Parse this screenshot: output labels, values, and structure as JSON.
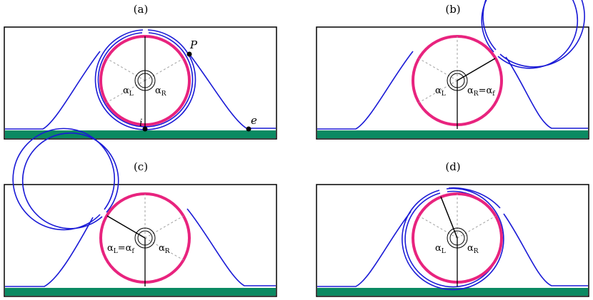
{
  "colors": {
    "frame": "#000000",
    "membrane": "#1a1ad6",
    "cylinder": "#e8237e",
    "ground": "#0a8a62",
    "guide": "#a0a0a0"
  },
  "panels": [
    {
      "label": "(a)",
      "alpha_left": {
        "base": "α",
        "sub": "L",
        "suffix": ""
      },
      "alpha_right": {
        "base": "α",
        "sub": "R",
        "suffix": ""
      },
      "points": {
        "P": "P",
        "i": "i",
        "e": "e"
      }
    },
    {
      "label": "(b)",
      "alpha_left": {
        "base": "α",
        "sub": "L",
        "suffix": ""
      },
      "alpha_right": {
        "base": "α",
        "sub": "R",
        "suffix": "=α",
        "suffix_sub": "f"
      }
    },
    {
      "label": "(c)",
      "alpha_left": {
        "base": "α",
        "sub": "L",
        "suffix": "=α",
        "suffix_sub": "f"
      },
      "alpha_right": {
        "base": "α",
        "sub": "R",
        "suffix": ""
      }
    },
    {
      "label": "(d)",
      "alpha_left": {
        "base": "α",
        "sub": "L",
        "suffix": ""
      },
      "alpha_right": {
        "base": "α",
        "sub": "R",
        "suffix": ""
      }
    }
  ]
}
